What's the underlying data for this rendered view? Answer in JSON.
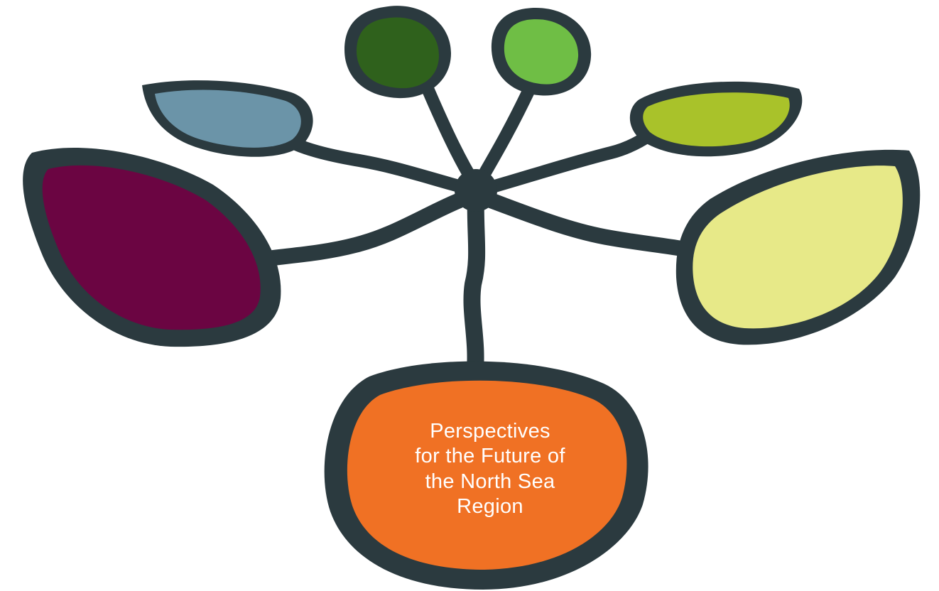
{
  "root": {
    "label_lines": [
      "Perspectives",
      "for the Future of",
      "the North Sea",
      "Region"
    ]
  },
  "colors": {
    "outline": "#2b3a3f",
    "root": "#f07124",
    "purple": "#6b0542",
    "blue": "#6b94a8",
    "dark_green": "#2f611c",
    "light_green": "#6fbe45",
    "olive": "#a9c22a",
    "pale_yellow": "#e7e988",
    "text": "#ffffff"
  }
}
